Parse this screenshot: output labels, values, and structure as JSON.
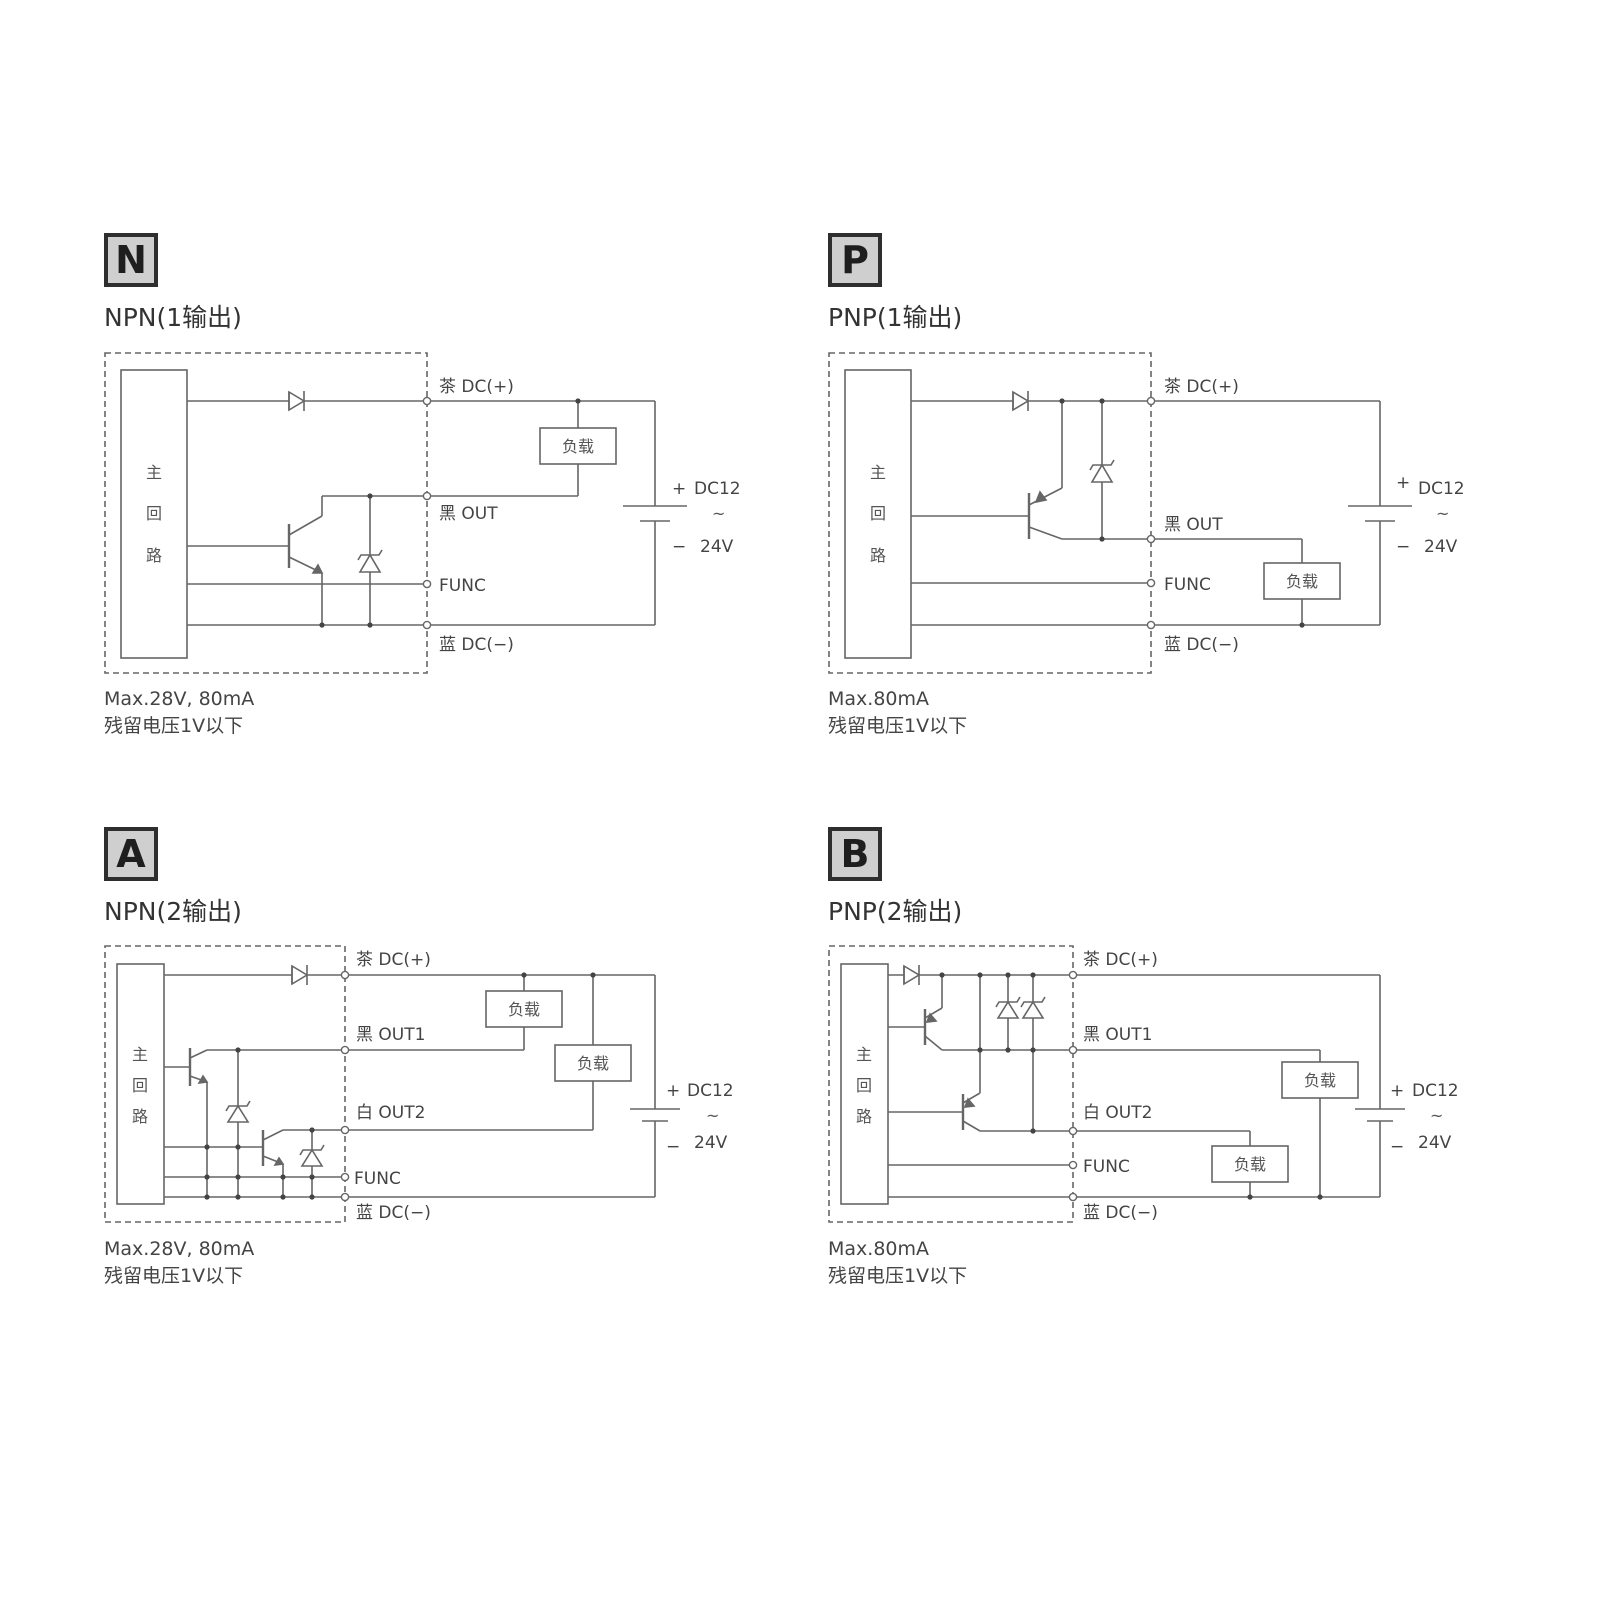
{
  "panels": [
    {
      "badge": "N",
      "title": "NPN(1输出)",
      "block_label": "主回路",
      "load_label": "负载",
      "terminals": {
        "dc_plus": "茶 DC(+)",
        "out": "黑 OUT",
        "func": "FUNC",
        "dc_minus": "蓝 DC(−)"
      },
      "supply": {
        "plus": "+",
        "minus": "−",
        "v1": "DC12",
        "sep": "~",
        "v2": "24V"
      },
      "notes": [
        "Max.28V, 80mA",
        "残留电压1V以下"
      ]
    },
    {
      "badge": "P",
      "title": "PNP(1输出)",
      "block_label": "主回路",
      "load_label": "负载",
      "terminals": {
        "dc_plus": "茶 DC(+)",
        "out": "黑 OUT",
        "func": "FUNC",
        "dc_minus": "蓝 DC(−)"
      },
      "supply": {
        "plus": "+",
        "minus": "−",
        "v1": "DC12",
        "sep": "~",
        "v2": "24V"
      },
      "notes": [
        "Max.80mA",
        "残留电压1V以下"
      ]
    },
    {
      "badge": "A",
      "title": "NPN(2输出)",
      "block_label": "主回路",
      "load_label": "负载",
      "terminals": {
        "dc_plus": "茶 DC(+)",
        "out1": "黑 OUT1",
        "out2": "白 OUT2",
        "func": "FUNC",
        "dc_minus": "蓝 DC(−)"
      },
      "supply": {
        "plus": "+",
        "minus": "−",
        "v1": "DC12",
        "sep": "~",
        "v2": "24V"
      },
      "notes": [
        "Max.28V, 80mA",
        "残留电压1V以下"
      ]
    },
    {
      "badge": "B",
      "title": "PNP(2输出)",
      "block_label": "主回路",
      "load_label": "负载",
      "terminals": {
        "dc_plus": "茶 DC(+)",
        "out1": "黑 OUT1",
        "out2": "白 OUT2",
        "func": "FUNC",
        "dc_minus": "蓝 DC(−)"
      },
      "supply": {
        "plus": "+",
        "minus": "−",
        "v1": "DC12",
        "sep": "~",
        "v2": "24V"
      },
      "notes": [
        "Max.80mA",
        "残留电压1V以下"
      ]
    }
  ]
}
